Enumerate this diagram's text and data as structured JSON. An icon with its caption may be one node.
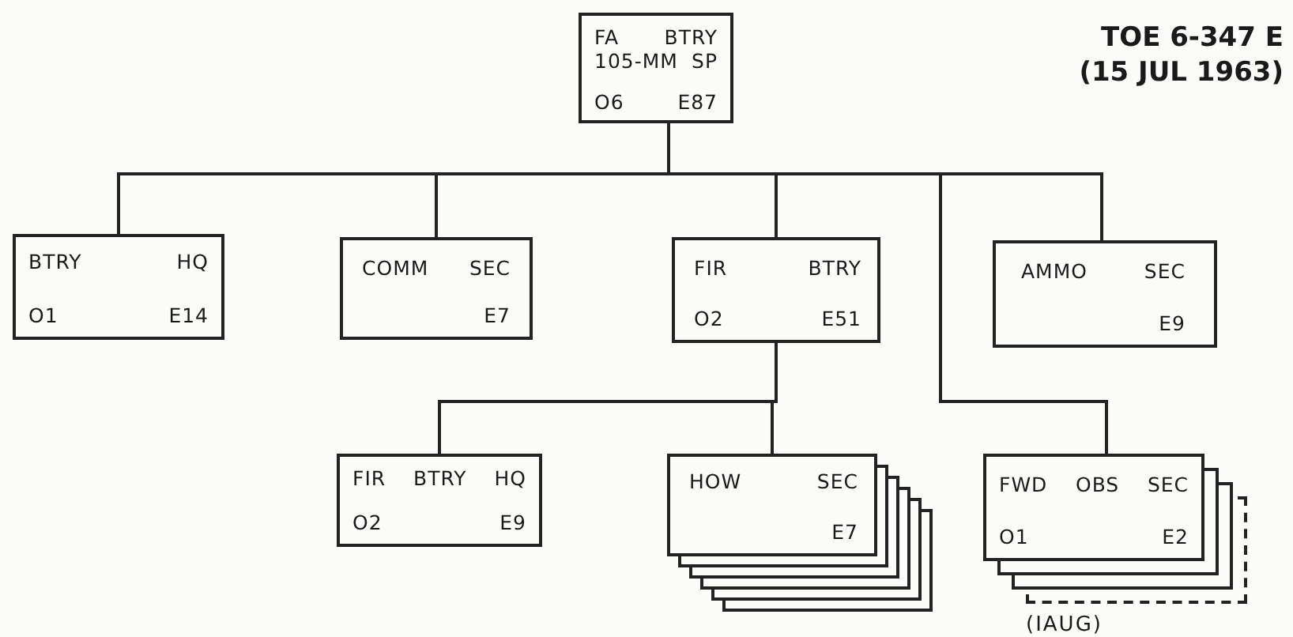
{
  "diagram": {
    "nodes": [
      {
        "text": [
          "FA BTRY",
          "105-MM SP",
          "O6",
          "E87"
        ]
      },
      {
        "text": [
          "BTRY HQ",
          "O1",
          "E14"
        ]
      },
      {
        "text": [
          "COMM SEC",
          "E7"
        ]
      },
      {
        "text": [
          "FIR BTRY",
          "O2",
          "E51"
        ]
      },
      {
        "text": [
          "AMMO SEC",
          "E9"
        ]
      },
      {
        "text": [
          "FIR BTRY HQ",
          "O2",
          "E9"
        ]
      },
      {
        "text": [
          "HOW SEC",
          "E7"
        ]
      },
      {
        "text": [
          "FWD OBS SEC",
          "O1",
          "E2"
        ],
        "beside": [
          "(IAUG)"
        ]
      }
    ],
    "edges": [
      {
        "from": 0,
        "to": 1,
        "arrow": "none"
      },
      {
        "from": 0,
        "to": 2,
        "arrow": "none"
      },
      {
        "from": 0,
        "to": 3,
        "arrow": "none"
      },
      {
        "from": 0,
        "to": 7,
        "arrow": "none"
      },
      {
        "from": 0,
        "to": 4,
        "arrow": "none"
      },
      {
        "from": 3,
        "to": 5,
        "arrow": "none"
      },
      {
        "from": 3,
        "to": 6,
        "arrow": "none"
      }
    ],
    "labels": [
      "TOE 6-347 E",
      "(15 JUL 1963)"
    ]
  }
}
